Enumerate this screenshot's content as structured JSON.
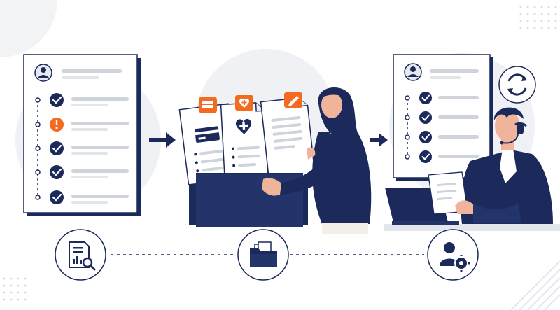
{
  "colors": {
    "navy": "#1b2a5b",
    "orange": "#f26b21",
    "light_gray": "#eef0f3",
    "line_gray": "#cfd4dc",
    "skin": "#f0b49a",
    "white": "#ffffff"
  },
  "left_checklist": {
    "items": [
      {
        "status": "check"
      },
      {
        "status": "alert"
      },
      {
        "status": "check"
      },
      {
        "status": "check"
      },
      {
        "status": "check"
      }
    ]
  },
  "middle_folder": {
    "documents": [
      {
        "badge_icon": "credit-card-icon",
        "body_icon": "credit-card-icon"
      },
      {
        "badge_icon": "heart-plus-icon",
        "body_icon": "heart-plus-icon"
      },
      {
        "badge_icon": "pencil-icon",
        "body_icon": "text-lines"
      }
    ]
  },
  "right_checklist": {
    "items": [
      {
        "status": "check"
      },
      {
        "status": "check"
      },
      {
        "status": "check"
      },
      {
        "status": "check"
      }
    ],
    "sync_icon": "sync-arrows-icon"
  },
  "bottom_steps": [
    {
      "icon": "document-analytics-search-icon"
    },
    {
      "icon": "folder-files-icon"
    },
    {
      "icon": "user-settings-icon"
    }
  ]
}
